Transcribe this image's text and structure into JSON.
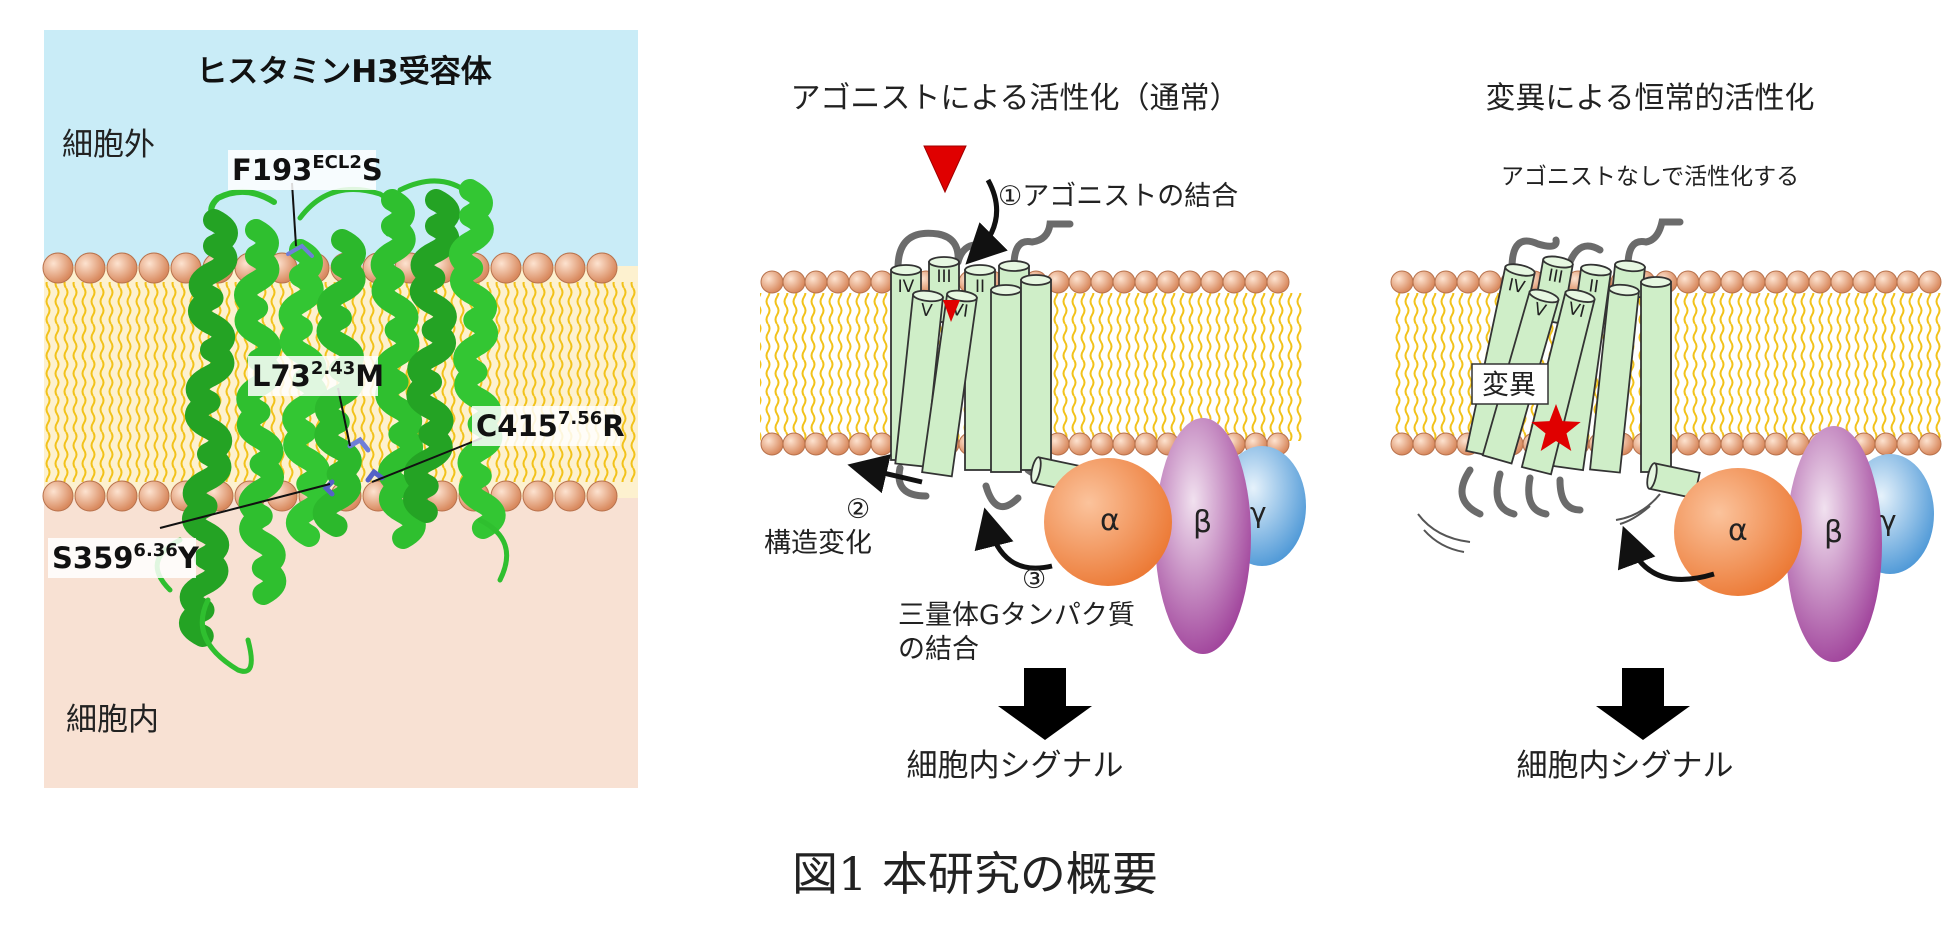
{
  "left_panel": {
    "title": "ヒスタミンH3受容体",
    "extracellular": "細胞外",
    "intracellular": "細胞内",
    "mutations": [
      {
        "base": "F193",
        "sup": "ECL2",
        "tail": "S"
      },
      {
        "base": "L73",
        "sup": "2.43",
        "tail": "M"
      },
      {
        "base": "C415",
        "sup": "7.56",
        "tail": "R"
      },
      {
        "base": "S359",
        "sup": "6.36",
        "tail": "Y"
      }
    ]
  },
  "middle_panel": {
    "title": "アゴニストによる活性化（通常）",
    "step1": "①アゴニストの結合",
    "step2_num": "②",
    "step2": "構造変化",
    "step3_num": "③",
    "step3_line1": "三量体Gタンパク質",
    "step3_line2": "の結合",
    "signal": "細胞内シグナル",
    "helix_labels": [
      "IV",
      "III",
      "II",
      "V",
      "VI"
    ],
    "g_protein": [
      "α",
      "β",
      "γ"
    ]
  },
  "right_panel": {
    "title": "変異による恒常的活性化",
    "subtitle": "アゴニストなしで活性化する",
    "mutation_label": "変異",
    "signal": "細胞内シグナル",
    "helix_labels": [
      "IV",
      "III",
      "II",
      "V",
      "VI"
    ],
    "g_protein": [
      "α",
      "β",
      "γ"
    ]
  },
  "caption": "図1 本研究の概要",
  "colors": {
    "extracellular_bg": "#c9ecf7",
    "membrane_bg": "#fdf1cf",
    "intracellular_bg": "#f8e1d3",
    "lipid_head": "#e8a57f",
    "lipid_tail": "#f2c21a",
    "receptor_green": "#2fbf2f",
    "helix_fill": "#cfeec8",
    "alpha": "#f0884a",
    "beta": "#a34a9e",
    "gamma": "#5aa3dc",
    "agonist_red": "#e00000"
  }
}
